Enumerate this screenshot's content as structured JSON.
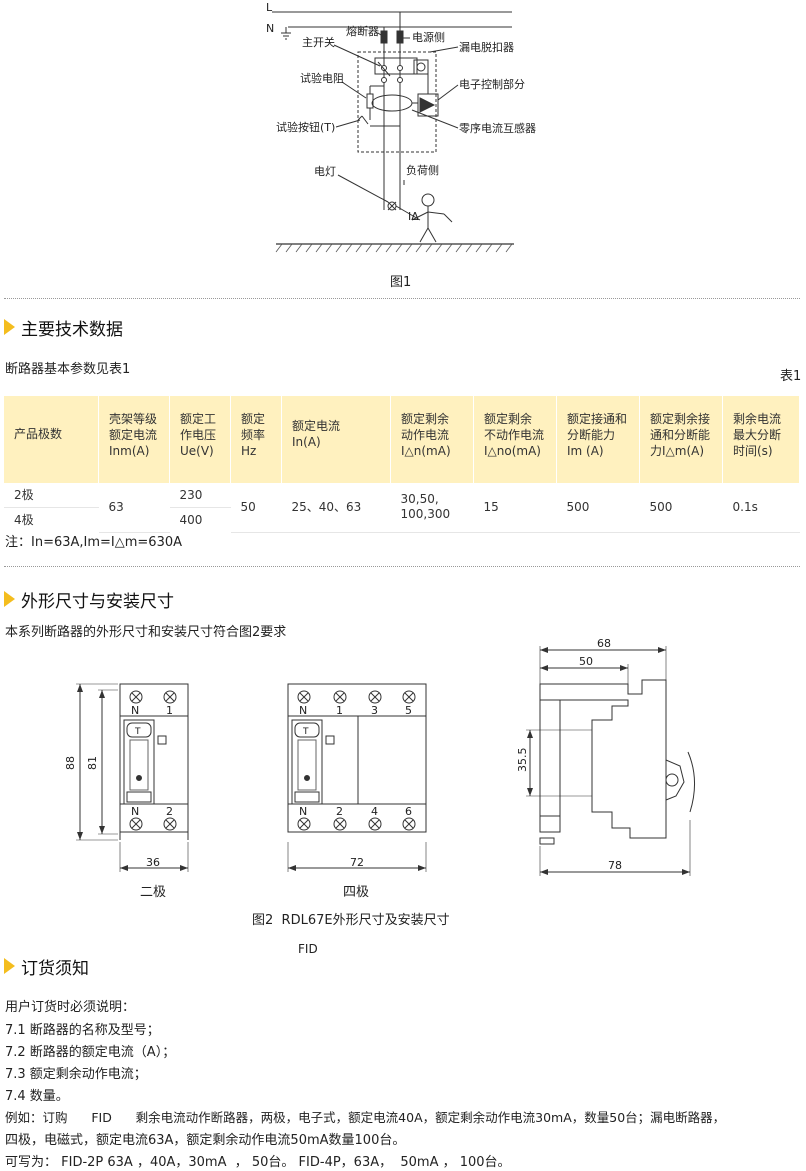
{
  "figure1": {
    "label_L": "L",
    "label_N": "N",
    "fuse": "熔断器",
    "power_side": "电源侧",
    "main_switch": "主开关",
    "leakage_release": "漏电脱扣器",
    "test_resistor": "试验电阻",
    "electronic_control": "电子控制部分",
    "test_button": "试验按钮(T)",
    "zero_seq_ct": "零序电流互感器",
    "lamp": "电灯",
    "load_side": "负荷侧",
    "leak_current": "IΔ",
    "caption": "图1"
  },
  "section1": {
    "title": "主要技术数据",
    "intro": "断路器基本参数见表1",
    "table_label": "表1",
    "table": {
      "headers": [
        [
          "产品极数"
        ],
        [
          "壳架等级",
          "额定电流",
          "Inm(A)"
        ],
        [
          "额定工",
          "作电压",
          "Ue(V)"
        ],
        [
          "额定",
          "频率",
          "Hz"
        ],
        [
          "额定电流",
          "In(A)"
        ],
        [
          "额定剩余",
          "动作电流",
          "I△n(mA)"
        ],
        [
          "额定剩余",
          "不动作电流",
          "I△no(mA)"
        ],
        [
          "额定接通和",
          "分断能力",
          "Im (A)"
        ],
        [
          "额定剩余接",
          "通和分断能",
          "力I△m(A)"
        ],
        [
          "剩余电流",
          "最大分断",
          "时间(s)"
        ]
      ],
      "poles": [
        "2极",
        "4极"
      ],
      "inm": "63",
      "ue": [
        "230",
        "400"
      ],
      "freq": "50",
      "in": "25、40、63",
      "idn": [
        "30,50,",
        "100,300"
      ],
      "idno": "15",
      "im": "500",
      "idm": "500",
      "tmax": "0.1s"
    },
    "note": "注：In=63A,Im=I△m=630A"
  },
  "section2": {
    "title": "外形尺寸与安装尺寸",
    "intro": "本系列断路器的外形尺寸和安装尺寸符合图2要求",
    "two_pole": {
      "top_terminals": [
        "N",
        "1"
      ],
      "bottom_terminals": [
        "N",
        "2"
      ],
      "dim_height_outer": "88",
      "dim_height_inner": "81",
      "dim_width": "36",
      "label": "二极",
      "toggle_mark": "T"
    },
    "four_pole": {
      "top_terminals": [
        "N",
        "1",
        "3",
        "5"
      ],
      "bottom_terminals": [
        "N",
        "2",
        "4",
        "6"
      ],
      "dim_width": "72",
      "label": "四极",
      "toggle_mark": "T"
    },
    "side_view": {
      "dim_total": "68",
      "dim_inner": "50",
      "dim_rail": "35.5",
      "dim_bottom": "78"
    },
    "caption": "图2  RDL67E外形尺寸及安装尺寸"
  },
  "section3": {
    "stray": "FID",
    "title": "订货须知",
    "lines": [
      "用户订货时必须说明：",
      "7.1 断路器的名称及型号；",
      "7.2 断路器的额定电流（A）；",
      "7.3 额定剩余动作电流；",
      "7.4 数量。",
      "例如：订购      FID      剩余电流动作断路器，两极，电子式，额定电流40A，额定剩余动作电流30mA，数量50台；漏电断路器，",
      "四极，电磁式，额定电流63A，额定剩余动作电流50mA数量100台。",
      "可写为： FID-2P 63A ，40A，30mA  ， 50台。 FID-4P，63A，  50mA ， 100台。"
    ]
  }
}
